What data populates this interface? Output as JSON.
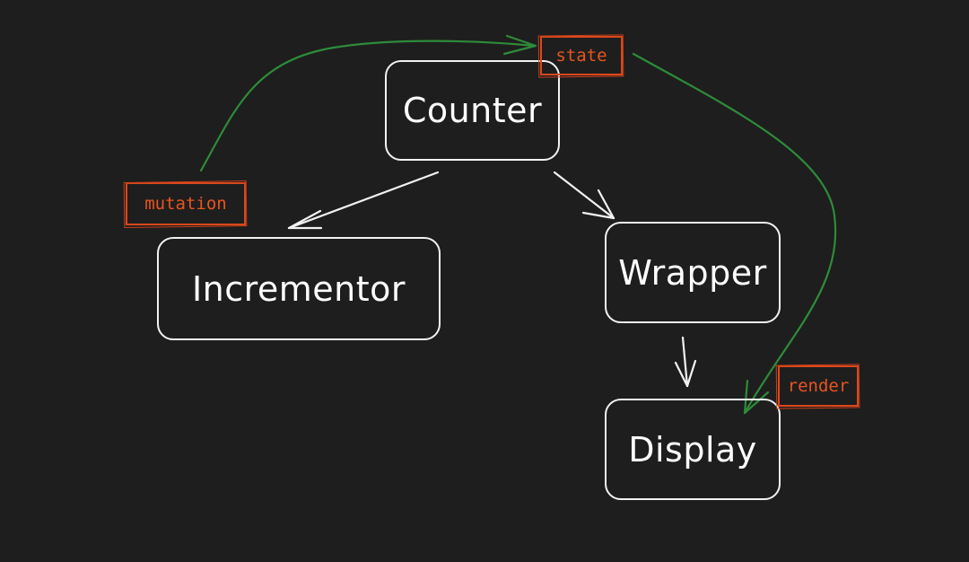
{
  "nodes": {
    "counter": "Counter",
    "incrementor": "Incrementor",
    "wrapper": "Wrapper",
    "display": "Display"
  },
  "labels": {
    "state": "state",
    "mutation": "mutation",
    "render": "render"
  },
  "colors": {
    "background": "#1e1e1e",
    "node_stroke": "#f2f2f2",
    "label_accent": "#e8551f",
    "flow_arrow": "#2e8b3a"
  }
}
